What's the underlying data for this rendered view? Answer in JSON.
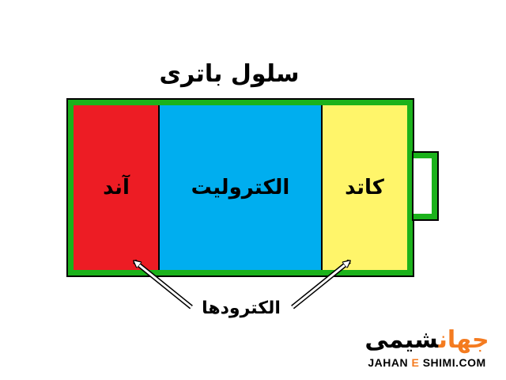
{
  "title": "سلول باتری",
  "regions": {
    "anode": "آند",
    "electrolyte": "الکترولیت",
    "cathode": "کاتد"
  },
  "electrodes_label": "الکترودها",
  "logo": {
    "text_part1": "جهان",
    "text_part2": "شیمی",
    "url_part1": "JAHAN",
    "url_part2": "E",
    "url_part3": "SHIMI.COM"
  },
  "colors": {
    "anode": "#ed1c24",
    "electrolyte": "#00aeef",
    "cathode": "#fff56a",
    "casing": "#1bb21b",
    "logo_accent": "#f47b20"
  }
}
